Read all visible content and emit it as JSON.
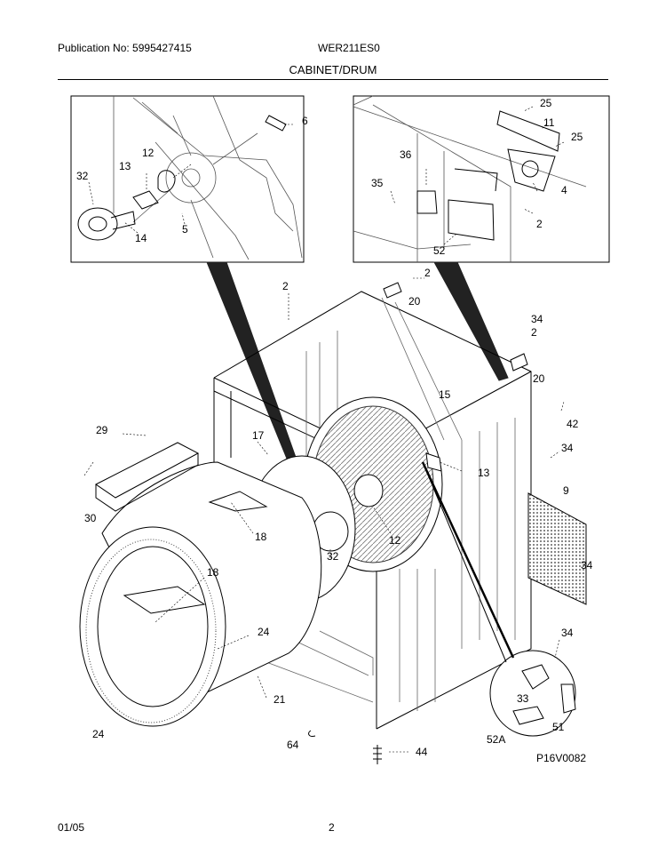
{
  "header": {
    "publication": "Publication No: 5995427415",
    "model": "WER211ES0",
    "section": "CABINET/DRUM"
  },
  "footer": {
    "date": "01/05",
    "page": "2"
  },
  "diagram": {
    "image_code": "P16V0082",
    "callouts": {
      "c6": "6",
      "c12a": "12",
      "c13a": "13",
      "c32a": "32",
      "c14": "14",
      "c5": "5",
      "c25a": "25",
      "c11": "11",
      "c25b": "25",
      "c36": "36",
      "c35": "35",
      "c4": "4",
      "c2a": "2",
      "c52": "52",
      "c2b": "2",
      "c20a": "20",
      "c2c": "2",
      "c34a": "34",
      "c2d": "2",
      "c20b": "20",
      "c15": "15",
      "c42": "42",
      "c29": "29",
      "c17": "17",
      "c13b": "13",
      "c34b": "34",
      "c30": "30",
      "c9": "9",
      "c18a": "18",
      "c12b": "12",
      "c32b": "32",
      "c34c": "34",
      "c18b": "18",
      "c24a": "24",
      "c34d": "34",
      "c21": "21",
      "c33": "33",
      "c51": "51",
      "c24b": "24",
      "c64": "64",
      "c44": "44",
      "c52a": "52A"
    }
  }
}
